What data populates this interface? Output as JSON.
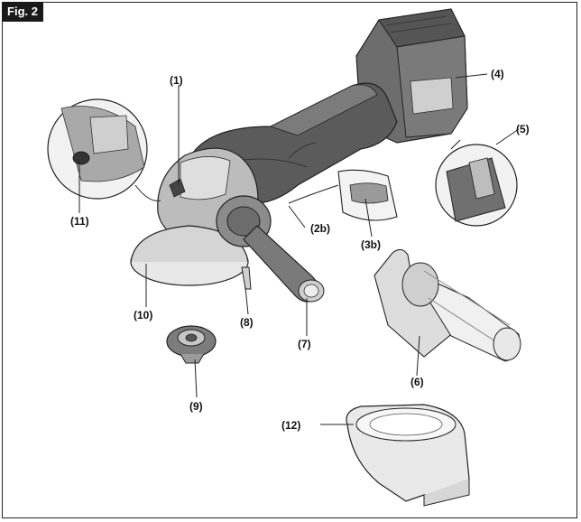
{
  "figure": {
    "tag": "Fig. 2"
  },
  "callouts": [
    {
      "id": "c1",
      "text": "(1)"
    },
    {
      "id": "c2b",
      "text": "(2b)"
    },
    {
      "id": "c3b",
      "text": "(3b)"
    },
    {
      "id": "c4",
      "text": "(4)"
    },
    {
      "id": "c5",
      "text": "(5)"
    },
    {
      "id": "c6",
      "text": "(6)"
    },
    {
      "id": "c7",
      "text": "(7)"
    },
    {
      "id": "c8",
      "text": "(8)"
    },
    {
      "id": "c9",
      "text": "(9)"
    },
    {
      "id": "c10",
      "text": "(10)"
    },
    {
      "id": "c11",
      "text": "(11)"
    },
    {
      "id": "c12",
      "text": "(12)"
    }
  ],
  "colors": {
    "body_dark": "#4d4d4d",
    "body_mid": "#8a8a8a",
    "body_light": "#cfcfcf",
    "line": "#222222"
  }
}
